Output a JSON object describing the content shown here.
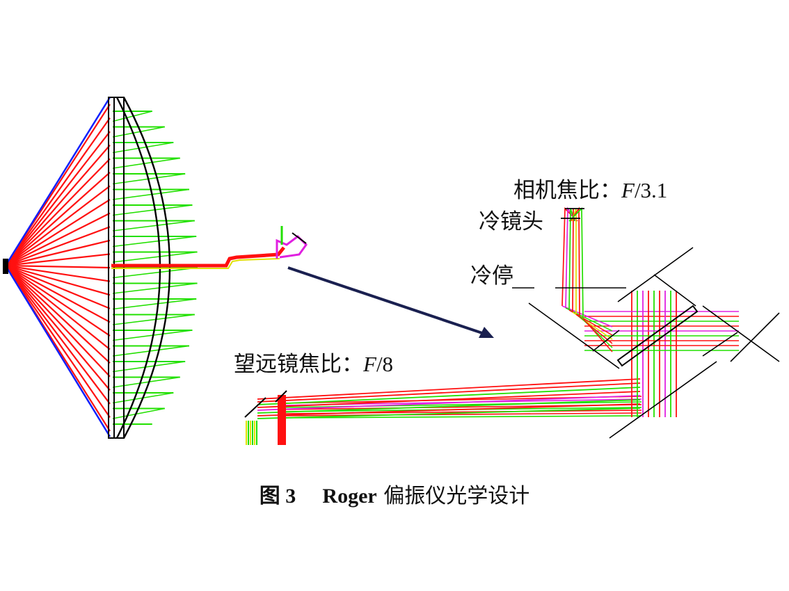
{
  "labels": {
    "camera_ratio_prefix": "相机焦比：",
    "camera_ratio_f": "F",
    "camera_ratio_value": "/3.1",
    "cold_lens": "冷镜头",
    "cold_stop": "冷停",
    "telescope_ratio_prefix": "望远镜焦比：",
    "telescope_ratio_f": "F",
    "telescope_ratio_value": "/8"
  },
  "caption": {
    "figure_no": "图 3",
    "name": "Roger",
    "title": "偏振仪光学设计"
  },
  "colors": {
    "ray_red": "#ff1010",
    "ray_green": "#22e000",
    "ray_magenta": "#e020e0",
    "ray_yellow": "#e0e000",
    "ray_blue": "#1020ff",
    "arrow": "#1a2050",
    "outline": "#000000"
  }
}
